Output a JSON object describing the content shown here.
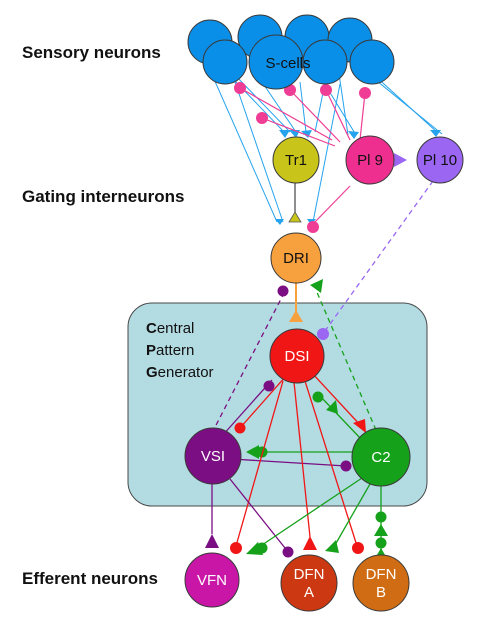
{
  "row_labels": {
    "sensory": "Sensory neurons",
    "gating": "Gating interneurons",
    "efferent": "Efferent neurons"
  },
  "cpg_box": {
    "lines": [
      {
        "initial": "C",
        "rest": "entral"
      },
      {
        "initial": "P",
        "rest": "attern"
      },
      {
        "initial": "G",
        "rest": "enerator"
      }
    ]
  },
  "nodes": {
    "s_cells": {
      "label": "S-cells",
      "color": "#0a8fe8"
    },
    "tr1": {
      "label": "Tr1",
      "color": "#c8c41a"
    },
    "pl9": {
      "label": "Pl 9",
      "color": "#ef2f8f"
    },
    "pl10": {
      "label": "Pl 10",
      "color": "#9a66f2"
    },
    "dri": {
      "label": "DRI",
      "color": "#f7a03e"
    },
    "dsi": {
      "label": "DSI",
      "color": "#f01616"
    },
    "vsi": {
      "label": "VSI",
      "color": "#7a0e82"
    },
    "c2": {
      "label": "C2",
      "color": "#16a11a"
    },
    "vfn": {
      "label": "VFN",
      "color": "#c916a6"
    },
    "dfn_a": {
      "label_line1": "DFN",
      "label_line2": "A",
      "color": "#cc3812"
    },
    "dfn_b": {
      "label_line1": "DFN",
      "label_line2": "B",
      "color": "#d06d14"
    }
  },
  "colors": {
    "cpg_fill": "#b3dbe2",
    "cpg_stroke": "#4a4a4a",
    "sensory_line": "#25a3ee",
    "inhibitory_pl9": "#ef3d95",
    "pl10_line": "#9a66f2"
  }
}
